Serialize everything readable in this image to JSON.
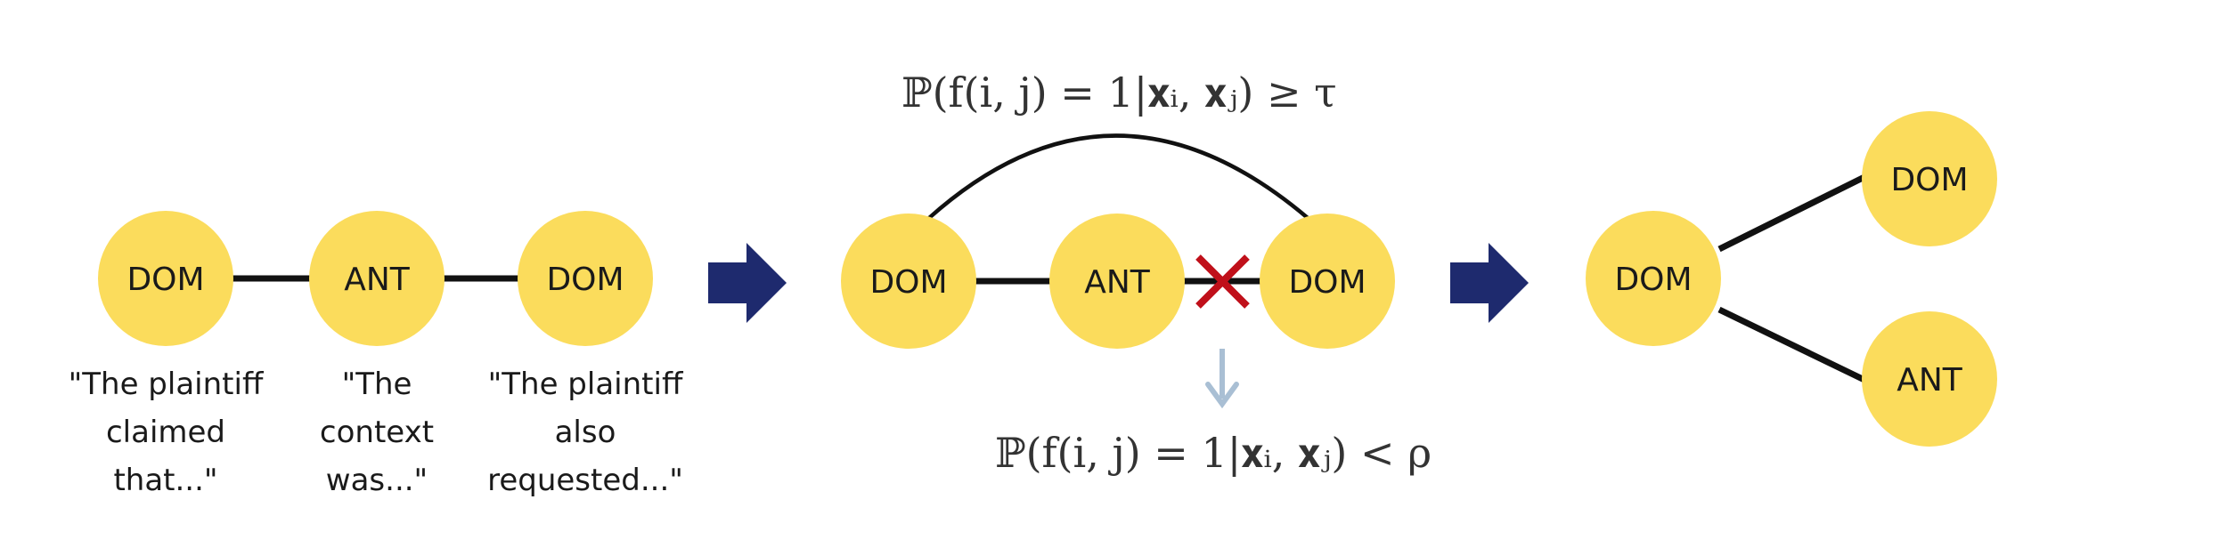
{
  "colors": {
    "node_fill": "#fbdc5c",
    "edge": "#111111",
    "arrow": "#1e2a6e",
    "cross": "#c0101a",
    "down_arrow": "#a9bfd4"
  },
  "panel1": {
    "nodes": [
      {
        "label": "DOM",
        "quote": [
          "\"The plaintiff",
          "claimed",
          "that...\""
        ]
      },
      {
        "label": "ANT",
        "quote": [
          "\"The",
          "context",
          "was...\""
        ]
      },
      {
        "label": "DOM",
        "quote": [
          "\"The plaintiff",
          "also",
          "requested...\""
        ]
      }
    ]
  },
  "panel2": {
    "nodes": [
      {
        "label": "DOM"
      },
      {
        "label": "ANT"
      },
      {
        "label": "DOM"
      }
    ],
    "top_formula": "ℙ(f(i, j) = 1|𝐱ᵢ, 𝐱ⱼ) ≥ τ",
    "bottom_formula": "ℙ(f(i, j) = 1|𝐱ᵢ, 𝐱ⱼ) < ρ"
  },
  "panel3": {
    "nodes": [
      {
        "label": "DOM"
      },
      {
        "label": "DOM"
      },
      {
        "label": "ANT"
      }
    ]
  },
  "icons": [
    "right-arrow-icon",
    "right-arrow-icon",
    "cross-icon",
    "down-arrow-icon"
  ]
}
